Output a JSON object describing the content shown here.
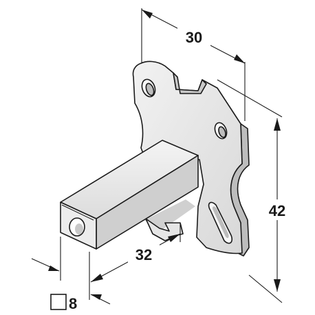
{
  "dimensions": {
    "width": "30",
    "height": "42",
    "depth": "32",
    "square_size": "8"
  },
  "colors": {
    "line": "#1a1a1a",
    "face_light": "#ececec",
    "face_mid": "#d6d6d6",
    "face_dark": "#b8b8b8",
    "background": "#ffffff"
  }
}
